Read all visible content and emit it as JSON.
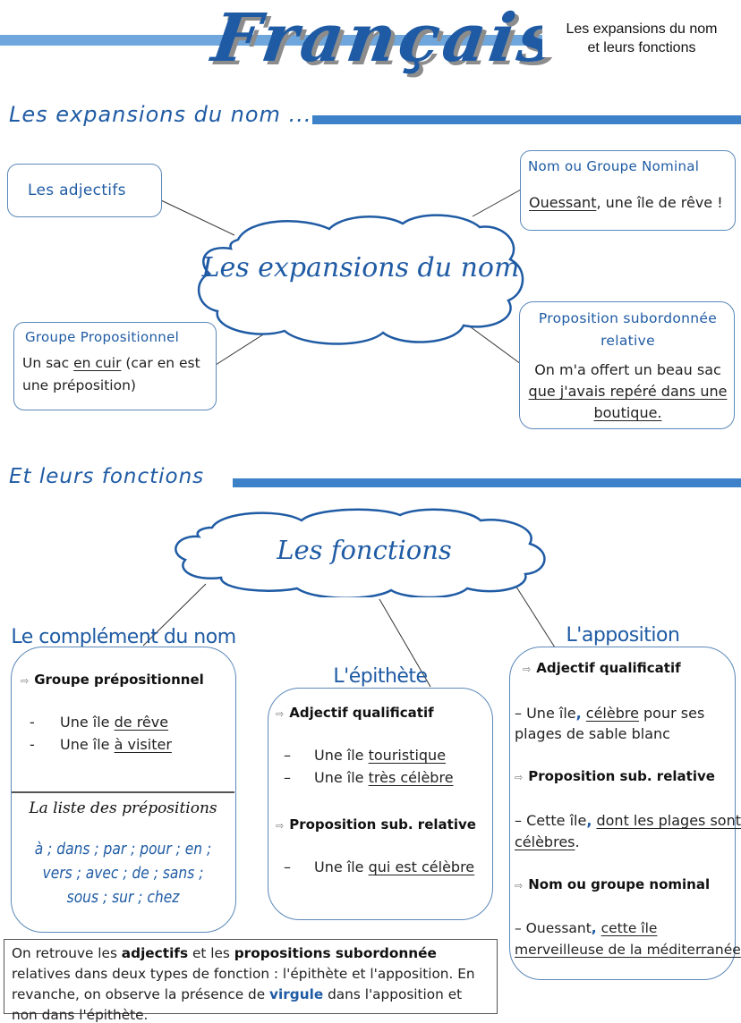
{
  "header": {
    "title": "Français",
    "subtitle_line1": "Les expansions du nom",
    "subtitle_line2": "et leurs fonctions"
  },
  "colors": {
    "primary_blue": "#1f5ba4",
    "bar_blue": "#3d82c8",
    "top_bar_blue": "#6fa7dc",
    "box_border": "#5b88b8"
  },
  "section1": {
    "heading": "Les expansions du nom ...",
    "cloud_label": "Les expansions du nom",
    "boxes": {
      "adjectifs": {
        "title": "Les adjectifs"
      },
      "nom_gn": {
        "title": "Nom ou Groupe Nominal",
        "example_underlined": "Ouessant",
        "example_rest": ", une île de rêve !"
      },
      "groupe_prep": {
        "title": "Groupe Propositionnel",
        "text_before": "Un sac ",
        "text_underlined": "en cuir",
        "text_after": " (car en est une préposition)"
      },
      "prop_sub": {
        "title": "Proposition subordonnée relative",
        "text_plain": "On m'a offert un beau sac",
        "text_underlined": "que j'avais repéré dans une boutique."
      }
    }
  },
  "section2": {
    "heading": "Et leurs fonctions",
    "cloud_label": "Les fonctions",
    "complement_du_nom": {
      "title": "Le complément du nom",
      "bullet": "Groupe prépositionnel",
      "items": [
        {
          "dash": "-",
          "plain": "Une île ",
          "underlined": "de rêve"
        },
        {
          "dash": "-",
          "plain": "Une île ",
          "underlined": "à visiter"
        }
      ],
      "prep_title": "La liste des prépositions",
      "prep_line1": "à ; dans ; par ; pour ; en ;",
      "prep_line2": "vers ; avec ; de ; sans ;",
      "prep_line3": "sous ; sur ; chez"
    },
    "epithete": {
      "title": "L'épithète",
      "bullet1": "Adjectif qualificatif",
      "items1": [
        {
          "dash": "–",
          "plain": "Une île ",
          "underlined": "touristique"
        },
        {
          "dash": "–",
          "plain": "Une île ",
          "underlined": "très célèbre"
        }
      ],
      "bullet2": "Proposition sub. relative",
      "items2": [
        {
          "dash": "–",
          "plain": "Une île ",
          "underlined": "qui est célèbre"
        }
      ]
    },
    "apposition": {
      "title": "L'apposition",
      "bullet1": "Adjectif qualificatif",
      "ex1_start": "– Une île",
      "ex1_comma": ",",
      "ex1_underlined": "célèbre",
      "ex1_rest": " pour ses",
      "ex1_line2": "plages de sable blanc",
      "bullet2": "Proposition sub. relative",
      "ex2_start": "– Cette île",
      "ex2_comma": ",",
      "ex2_underlined1": "dont les plages sont",
      "ex2_underlined2": "célèbres",
      "ex2_end": ".",
      "bullet3": "Nom ou groupe nominal",
      "ex3_start": "– Ouessant",
      "ex3_comma": ",",
      "ex3_underlined1": "cette île",
      "ex3_underlined2": "merveilleuse de la méditerranée"
    },
    "note": {
      "p1": "On retrouve les ",
      "b1": "adjectifs",
      "p2": " et les ",
      "b2": "propositions subordonnée",
      "p3": " relatives dans deux types de fonction : l'épithète et l'apposition. En revanche, on observe la présence de ",
      "b3": "virgule",
      "p4": " dans l'apposition et non dans l'épithète."
    }
  }
}
